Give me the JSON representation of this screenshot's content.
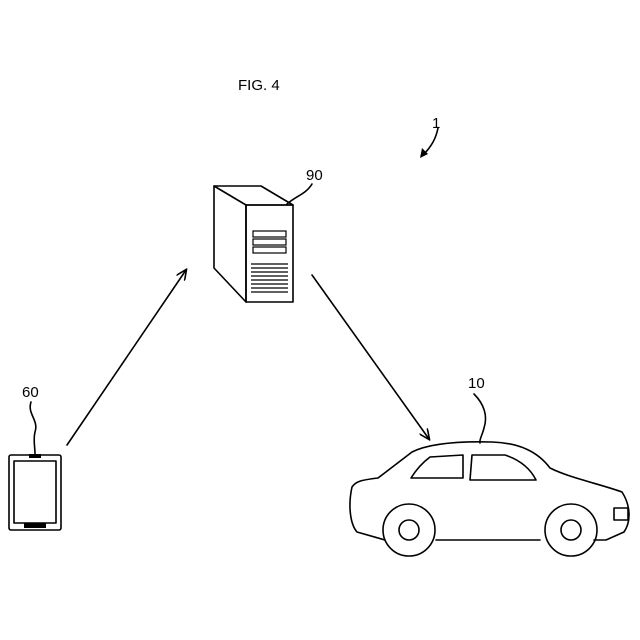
{
  "figure": {
    "title": "FIG. 4"
  },
  "labels": {
    "system": "1",
    "server": "90",
    "terminal": "60",
    "vehicle": "10"
  }
}
